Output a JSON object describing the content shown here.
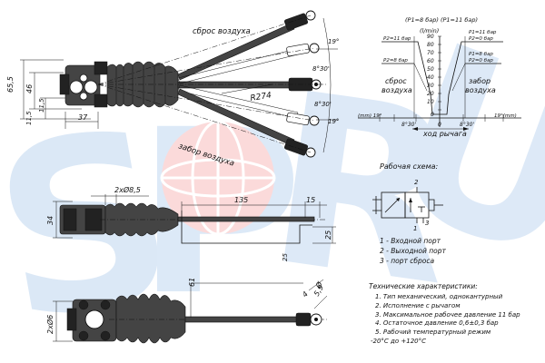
{
  "colors": {
    "wm_blue": "#5c97d1",
    "wm_red": "#e85a5a",
    "ink": "#111111"
  },
  "watermark": {
    "letters": [
      "S",
      "P",
      "R",
      "U"
    ]
  },
  "labels": {
    "exhaust_top": "сброс воздуха",
    "intake_bottom": "забор воздуха",
    "radius": "R274",
    "angle_19a": "19°",
    "angle_8_30a": "8°30'",
    "angle_8_30b": "8°30'",
    "angle_19b": "19°",
    "dim_65_5": "65,5",
    "dim_46": "46",
    "dim_11_5a": "11,5",
    "dim_11_5b": "11,5",
    "dim_37": "37",
    "dim_2x8_5": "2xØ8,5",
    "dim_135": "135",
    "dim_15": "15",
    "dim_34": "34",
    "dim_25": "25",
    "dim_25_tol": "25",
    "dim_61": "61",
    "dim_2x6": "2xØ6",
    "dim_4": "4",
    "dim_5_9": "5,9",
    "dim_phi": "Ø"
  },
  "graph": {
    "header": "(P1=8 бар) (P1=11 бар)",
    "y_unit": "(l/min)",
    "y_ticks": [
      "90",
      "80",
      "70",
      "60",
      "50",
      "40",
      "30",
      "20",
      "10",
      "0"
    ],
    "left_top": "P2=11 бар",
    "left_mid": "P2=8 бар",
    "right_top1": "P1=11 бар",
    "right_top2": "P2=0 бар",
    "right_mid1": "P1=8 бар",
    "right_mid2": "P2=0 бар",
    "left_zone1": "сброс",
    "left_zone2": "воздуха",
    "right_zone1": "забор",
    "right_zone2": "воздуха",
    "x_left_unit": "(mm) 19°",
    "x_l8": "8°30'",
    "x_zero": "0",
    "x_r8": "8°30'",
    "x_right_unit": "19°(mm)",
    "x_caption": "ход рычага"
  },
  "schematic": {
    "title": "Рабочая схема:",
    "port2": "2",
    "port1": "1",
    "port3": "3",
    "legend": [
      "1 - Входной порт",
      "2 - Выходной порт",
      "3 - порт сброса"
    ]
  },
  "specs": {
    "title": "Технические характеристики:",
    "items": [
      "1. Тип механический, однокантурный",
      "2. Исполнение с рычагом",
      "3. Максимальное рабочее давление 11 бар",
      "4. Остаточное давление 0,6±0,3 бар",
      "5. Рабочий температурный режим",
      "-20°С до +120°С"
    ]
  }
}
